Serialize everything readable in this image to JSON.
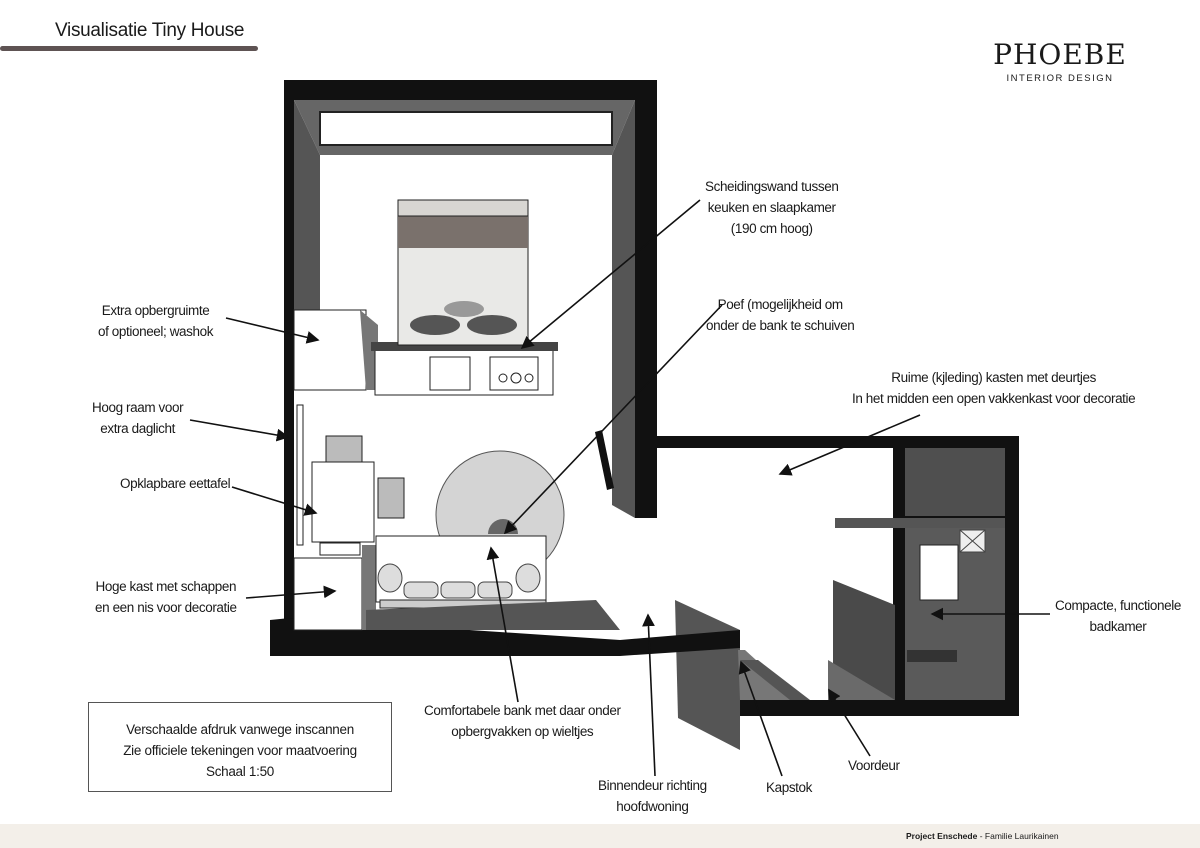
{
  "header": {
    "title": "Visualisatie Tiny House"
  },
  "logo": {
    "name": "PHOEBE",
    "tagline": "INTERIOR DESIGN"
  },
  "labels": {
    "partition_wall": [
      "Scheidingswand tussen",
      "keuken en slaapkamer",
      "(190 cm hoog)"
    ],
    "pouf": [
      "Poef (mogelijkheid om",
      "onder de bank te schuiven"
    ],
    "storage_extra": [
      "Extra opbergruimte",
      "of optioneel; washok"
    ],
    "wardrobes": [
      "Ruime (kjleding) kasten met deurtjes",
      "In het midden een open vakkenkast voor decoratie"
    ],
    "high_window": [
      "Hoog raam voor",
      "extra daglicht"
    ],
    "folding_table": [
      "Opklapbare eettafel"
    ],
    "tall_cabinet": [
      "Hoge kast met schappen",
      "en een nis voor decoratie"
    ],
    "bathroom": [
      "Compacte, functionele",
      "badkamer"
    ],
    "sofa": [
      "Comfortabele bank met daar onder",
      "opbergvakken op wieltjes"
    ],
    "inner_door": [
      "Binnendeur richting",
      "hoofdwoning"
    ],
    "coat_rack": [
      "Kapstok"
    ],
    "front_door": [
      "Voordeur"
    ]
  },
  "note": {
    "lines": [
      "Verschaalde afdruk vanwege inscannen",
      "Zie officiele tekeningen voor maatvoering",
      "Schaal 1:50"
    ]
  },
  "footer": {
    "project": "Project Enschede",
    "separator": " - ",
    "client": "Familie Laurikainen"
  },
  "colors": {
    "wall": "#111111",
    "wall_inner": "#4a4a4a",
    "floor": "#ffffff",
    "accent_rule": "#5e5353",
    "bed_band": "#7a716c",
    "footer_bg": "#f3efe9"
  }
}
